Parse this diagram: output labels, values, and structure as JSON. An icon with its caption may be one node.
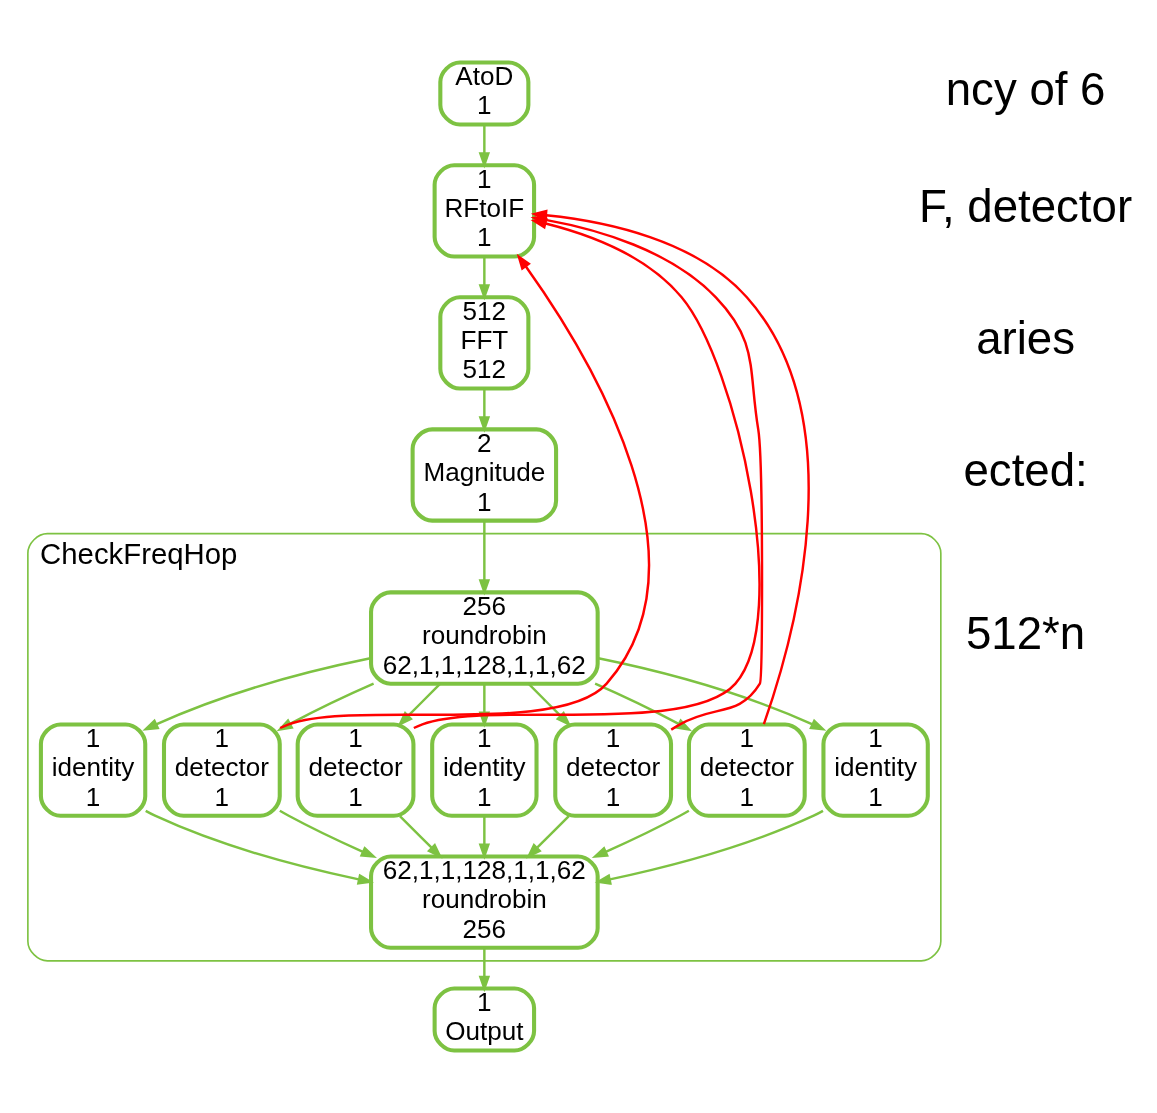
{
  "diagram": {
    "nodes": [
      {
        "text": [
          "AtoD",
          "1"
        ]
      },
      {
        "text": [
          "1",
          "RFtoIF",
          "1"
        ]
      },
      {
        "text": [
          "512",
          "FFT",
          "512"
        ]
      },
      {
        "text": [
          "2",
          "Magnitude",
          "1"
        ]
      },
      {
        "text": [
          "CheckFreqHop"
        ]
      },
      {
        "text": [
          "256",
          "roundrobin",
          "62,1,1,128,1,1,62"
        ],
        "in": 4
      },
      {
        "text": [
          "1",
          "identity",
          "1"
        ],
        "in": 4
      },
      {
        "text": [
          "1",
          "detector",
          "1"
        ],
        "in": 4
      },
      {
        "text": [
          "1",
          "detector",
          "1"
        ],
        "in": 4
      },
      {
        "text": [
          "1",
          "identity",
          "1"
        ],
        "in": 4
      },
      {
        "text": [
          "1",
          "detector",
          "1"
        ],
        "in": 4
      },
      {
        "text": [
          "1",
          "detector",
          "1"
        ],
        "in": 4
      },
      {
        "text": [
          "1",
          "identity",
          "1"
        ],
        "in": 4
      },
      {
        "text": [
          "62,1,1,128,1,1,62",
          "roundrobin",
          "256"
        ],
        "in": 4
      },
      {
        "text": [
          "1",
          "Output"
        ]
      }
    ],
    "edges": [
      {
        "from": 0,
        "to": 1,
        "arrow": "to"
      },
      {
        "from": 1,
        "to": 2,
        "arrow": "to"
      },
      {
        "from": 2,
        "to": 3,
        "arrow": "to"
      },
      {
        "from": 3,
        "to": 5,
        "arrow": "to"
      },
      {
        "from": 5,
        "to": 6,
        "arrow": "to"
      },
      {
        "from": 5,
        "to": 7,
        "arrow": "to"
      },
      {
        "from": 5,
        "to": 8,
        "arrow": "to"
      },
      {
        "from": 5,
        "to": 9,
        "arrow": "to"
      },
      {
        "from": 5,
        "to": 10,
        "arrow": "to"
      },
      {
        "from": 5,
        "to": 11,
        "arrow": "to"
      },
      {
        "from": 5,
        "to": 12,
        "arrow": "to"
      },
      {
        "from": 6,
        "to": 13,
        "arrow": "to"
      },
      {
        "from": 7,
        "to": 13,
        "arrow": "to"
      },
      {
        "from": 8,
        "to": 13,
        "arrow": "to"
      },
      {
        "from": 9,
        "to": 13,
        "arrow": "to"
      },
      {
        "from": 10,
        "to": 13,
        "arrow": "to"
      },
      {
        "from": 11,
        "to": 13,
        "arrow": "to"
      },
      {
        "from": 12,
        "to": 13,
        "arrow": "to"
      },
      {
        "from": 13,
        "to": 14,
        "arrow": "to"
      },
      {
        "from": 7,
        "to": 1,
        "arrow": "to",
        "color": "#ff0000"
      },
      {
        "from": 8,
        "to": 1,
        "arrow": "to",
        "color": "#ff0000"
      },
      {
        "from": 10,
        "to": 1,
        "arrow": "to",
        "color": "#ff0000"
      },
      {
        "from": 11,
        "to": 1,
        "arrow": "to",
        "color": "#ff0000"
      }
    ],
    "labels": [
      "ncy of 6",
      "F, detector",
      "aries",
      "ected:",
      "512*n"
    ]
  }
}
